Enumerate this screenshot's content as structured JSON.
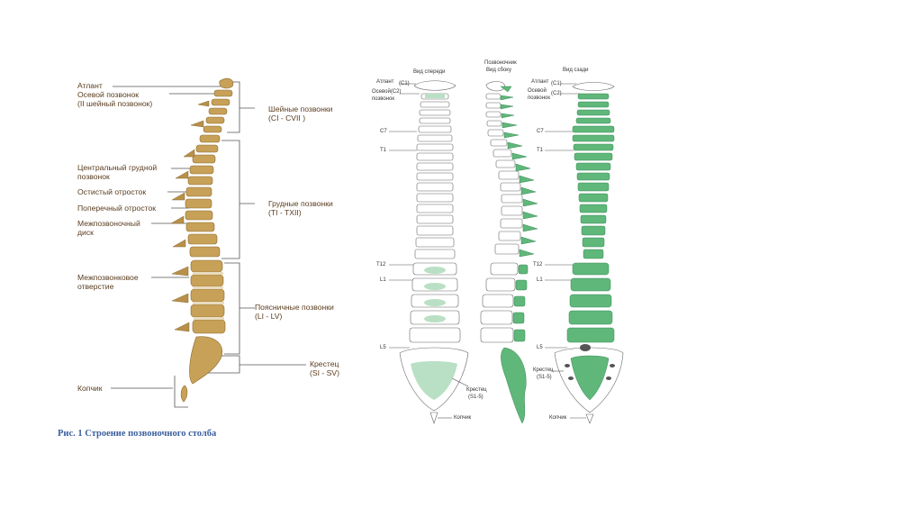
{
  "left_figure": {
    "labels": {
      "atlas": "Атлант",
      "axis": "Осевой позвонок",
      "axis_sub": "(II шейный позвонок)",
      "central_thoracic": "Центральный грудной",
      "central_thoracic_2": "позвонок",
      "spinous": "Остистый отросток",
      "transverse": "Поперечный отросток",
      "disc": "Межпозвоночный",
      "disc_2": "диск",
      "foramen": "Межпозвонковое",
      "foramen_2": "отверстие",
      "coccyx": "Копчик",
      "cervical": "Шейные позвонки",
      "cervical_range": "(CI - CVII )",
      "thoracic": "Грудные позвонки",
      "thoracic_range": "(TI - TXII)",
      "lumbar": "Поясничные позвонки",
      "lumbar_range": "(LI - LV)",
      "sacrum": "Крестец",
      "sacrum_range": "(SI - SV)"
    },
    "bone_color": "#c8a158"
  },
  "right_figure": {
    "view_front": "Вид спереди",
    "view_side_1": "Позвоночник",
    "view_side_2": "Вид сбоку",
    "view_back": "Вид сзади",
    "front_labels": {
      "atlas": "Атлант",
      "c1": "(C1)",
      "axis": "Осевой(C2)",
      "axis_2": "позвонок",
      "c7": "C7",
      "t1": "T1",
      "t12": "T12",
      "l1": "L1",
      "l5": "L5",
      "sacrum": "Крестец",
      "sacrum_range": "(S1-5)",
      "coccyx": "Копчик"
    },
    "side_labels": {
      "atlas": "Атлант",
      "c1": "(C1)",
      "axis": "Осевой",
      "c2": "(C2)",
      "axis_2": "позвонок",
      "c7": "C7",
      "t1": "T1",
      "t12": "T12",
      "l1": "L1",
      "l5": "L5",
      "sacrum": "Крестец",
      "sacrum_range": "(S1-5)",
      "coccyx": "Копчик"
    },
    "accent_color": "#5fb77a"
  },
  "caption": "Рис. 1 Строение позвоночного столба"
}
